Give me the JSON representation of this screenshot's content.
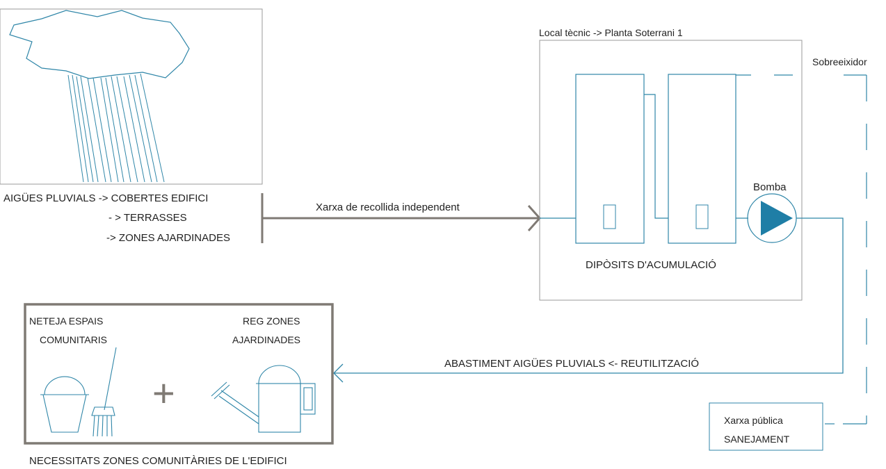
{
  "rain_source": {
    "line1": "AIGÜES PLUVIALS -> COBERTES EDIFICI",
    "line2": "- > TERRASSES",
    "line3": "-> ZONES AJARDINADES"
  },
  "collection_network_label": "Xarxa de recollida independent",
  "technical_room": {
    "title": "Local tècnic -> Planta Soterrani 1",
    "tanks_label": "DIPÒSITS D'ACUMULACIÓ",
    "pump_label": "Bomba"
  },
  "overflow_label": "Sobreeixidor",
  "supply_label": "ABASTIMENT AIGÜES PLUVIALS <- REUTILITZACIÓ",
  "public_network": {
    "line1": "Xarxa pública",
    "line2": "SANEJAMENT"
  },
  "needs": {
    "cleaning_line1": "NETEJA ESPAIS",
    "cleaning_line2": "COMUNITARIS",
    "irrigation_line1": "REG ZONES",
    "irrigation_line2": "AJARDINADES",
    "plus": "+",
    "caption": "NECESSITATS ZONES COMUNITÀRIES DE L'EDIFICI"
  },
  "colors": {
    "water_line": "#2f86a8",
    "pump_fill": "#1f7ea6",
    "gray_line": "#7f7a74",
    "box_border": "#9a9a9a"
  }
}
